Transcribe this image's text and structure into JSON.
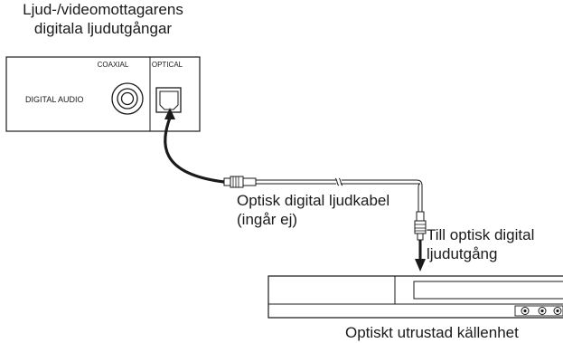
{
  "labels": {
    "receiver_title_line1": "Ljud-/videomottagarens",
    "receiver_title_line2": "digitala ljudutgångar",
    "cable_line1": "Optisk digital ljudkabel",
    "cable_line2": "(ingår ej)",
    "output_line1": "Till optisk digital",
    "output_line2": "ljudutgång",
    "source_device": "Optiskt utrustad källenhet"
  },
  "receiver_panel": {
    "section_label": "DIGITAL AUDIO",
    "jack_coaxial": "COAXIAL",
    "jack_optical": "OPTICAL"
  },
  "colors": {
    "line": "#1a1a1a",
    "background": "#ffffff"
  }
}
